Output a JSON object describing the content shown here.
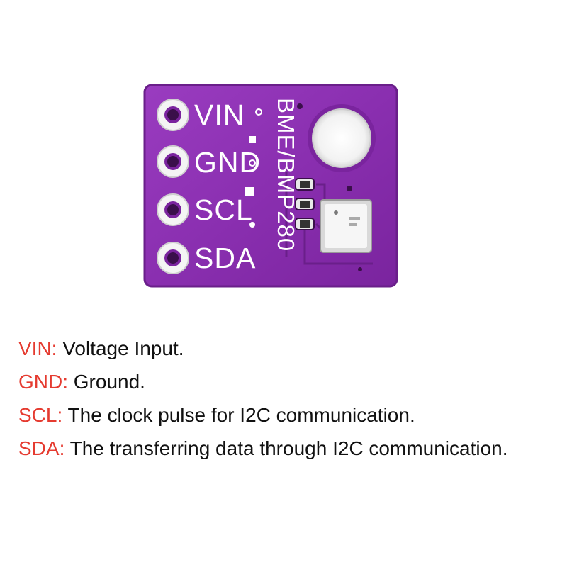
{
  "board": {
    "chip_label": "BME/BMP280",
    "pcb_color": "#8a2fb0",
    "pins": [
      {
        "label": "VIN"
      },
      {
        "label": "GND"
      },
      {
        "label": "SCL"
      },
      {
        "label": "SDA"
      }
    ]
  },
  "legend": {
    "pin_color": "#e53b30",
    "text_color": "#111111",
    "items": [
      {
        "pin": "VIN:",
        "description": " Voltage Input."
      },
      {
        "pin": "GND:",
        "description": " Ground."
      },
      {
        "pin": "SCL:",
        "description": " The clock pulse for I2C communication."
      },
      {
        "pin": "SDA:",
        "description": " The transferring data through I2C communication."
      }
    ]
  }
}
